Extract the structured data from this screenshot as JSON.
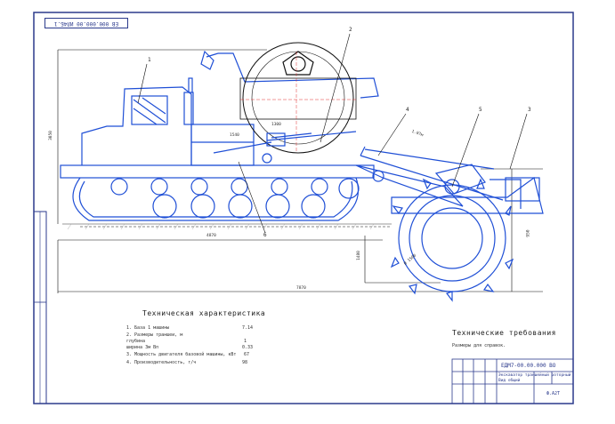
{
  "stamp": "ЕВ 000.000.00 ИЛ4Б.1",
  "callouts": [
    "1",
    "2",
    "3",
    "4",
    "5",
    "6"
  ],
  "dimensions": {
    "overall_length": "4870",
    "height": "3050",
    "body_length": "7870",
    "rotor_height": "1480",
    "rotor_diam": "Ø 1500",
    "chassis_height": "950",
    "dim_a": "1540",
    "dim_b": "1300",
    "dim_c": "1.07м"
  },
  "characteristics": {
    "title": "Техническая характеристика",
    "rows": [
      {
        "label": "1. База 1 машины",
        "value": "7.14"
      },
      {
        "label": "2. Размеры траншеи, м",
        "value": ""
      },
      {
        "label": "     глубина",
        "value": "1"
      },
      {
        "label": "     ширина 3м Вп",
        "value": "0.33"
      },
      {
        "label": "3. Мощность двигателя базовой машины, кВт",
        "value": "67"
      },
      {
        "label": "4. Производительность, т/ч",
        "value": "98"
      }
    ]
  },
  "requirements": {
    "title": "Технические требования",
    "text": "Размеры для справок."
  },
  "titleblock": {
    "code": "ЕДМ7-00.00.000 ВО",
    "name": "Экскаватор траншейный роторный",
    "type": "Вид общий",
    "format": "Ф.А2Т"
  }
}
